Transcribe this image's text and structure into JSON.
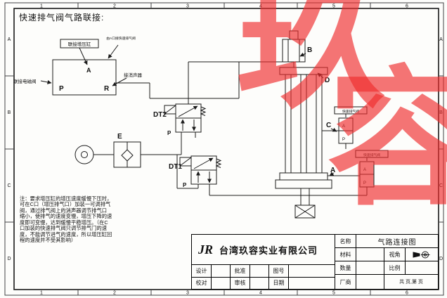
{
  "title": "快速排气阀气路联接:",
  "watermark": {
    "char1": "玖",
    "char2": "容",
    "color": "#f02d2d"
  },
  "frame": {
    "top_numbers": [
      "1",
      "2",
      "3",
      "4",
      "5",
      "6"
    ],
    "bottom_numbers": [
      "1",
      "2",
      "3",
      "4",
      "5",
      "6"
    ],
    "left_letters": [
      "A",
      "B",
      "C",
      "D"
    ],
    "right_letters": [
      "A",
      "B",
      "C",
      "D"
    ]
  },
  "schematic": {
    "labels": {
      "inset_port_a": "A",
      "inset_port_p": "P",
      "inset_port_r": "R",
      "connect_booster": "联接增压缸",
      "connect_solenoid": "联接电磁阀",
      "connect_muffler": "接消声器",
      "tiny_note": "由A口接快速排气阀",
      "unit_e": "E",
      "dt2": "DT2",
      "dt2_p": "P",
      "dt1": "DT1",
      "dt1_p": "P",
      "cyl_b": "B",
      "cyl_d": "D",
      "cyl_c": "C",
      "cyl_a": "A",
      "qev_mid_label": "快速排气阀",
      "qev_mid_a": "A",
      "qev_mid_p": "P",
      "qev_low_label": "快速排气阀",
      "qev_low_a": "A",
      "qev_low_p": "P"
    }
  },
  "note": "注：要求增压缸的增压速度缓慢下压时，\n可在C口（增压排气口）加装一可调排气\n阀，通过排气阀上的消声器调节排气口\n缩小，使排气的速度变慢，增压下降的速\n度即可变慢，达到缓慢平稳增压。（在C\n口加装的快速排气阀只调节排气门的速\n度，不能调节进气的速度，所以增压缸回\n程的速度并不受其影响）",
  "titleblock": {
    "logo": "JR",
    "company": "台湾玖容实业有限公司",
    "name_label": "名称",
    "name_value": "气路连接图",
    "material_label": "材料",
    "material_value": "",
    "view_label": "视角",
    "qty_label": "数量",
    "qty_value": "",
    "scale_label": "比例",
    "scale_value": "",
    "design_label": "设计",
    "approve_label": "批准",
    "drawingno_label": "图号",
    "check_label": "校对",
    "audit_label": "审核",
    "date_label": "日期",
    "vendor_label": "厂商",
    "pages_label": "共 页,第 页"
  }
}
